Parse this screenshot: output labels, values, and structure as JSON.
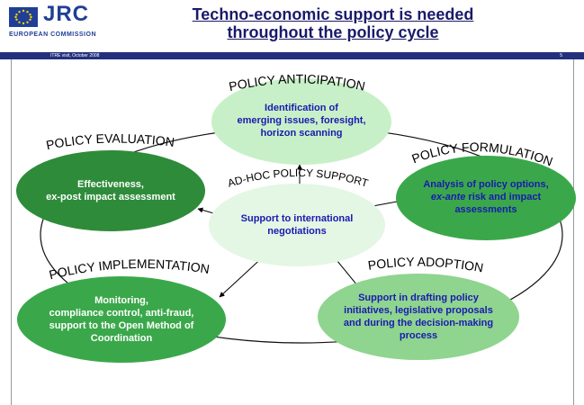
{
  "header": {
    "logo": {
      "name": "JRC",
      "subtitle": "EUROPEAN COMMISSION"
    },
    "title_line1": "Techno-economic support is needed",
    "title_line2": "throughout the policy cycle",
    "meta": "ITRE visit, October 2008",
    "page_number": "5"
  },
  "stages": {
    "anticipation": "POLICY ANTICIPATION",
    "formulation": "POLICY FORMULATION",
    "adoption": "POLICY ADOPTION",
    "implementation": "POLICY IMPLEMENTATION",
    "evaluation": "POLICY EVALUATION",
    "adhoc": "AD-HOC POLICY SUPPORT"
  },
  "nodes": {
    "anticipation": {
      "line1": "Identification of",
      "line2": "emerging issues, foresight,",
      "line3": "horizon scanning"
    },
    "formulation": {
      "line1": "Analysis of policy options,",
      "line2_italic": "ex-ante",
      "line2_rest": " risk and impact",
      "line3": "assessments"
    },
    "adoption": {
      "line1": "Support in drafting policy",
      "line2": "initiatives, legislative proposals",
      "line3": "and during the decision-making",
      "line4": "process"
    },
    "implementation": {
      "line1": "Monitoring,",
      "line2": "compliance control, anti-fraud,",
      "line3": "support to the Open Method of",
      "line4": "Coordination"
    },
    "evaluation": {
      "line1": "Effectiveness,",
      "line2": "ex-post impact assessment"
    },
    "center": {
      "line1": "Support to international",
      "line2": "negotiations"
    }
  },
  "colors": {
    "dark_green": "#2e8b3a",
    "mid_green": "#3aa84a",
    "light_green": "#c8f0c8",
    "pale_green": "#e4f6e4",
    "adoption_green": "#8fd48f",
    "header_blue": "#23307e"
  }
}
